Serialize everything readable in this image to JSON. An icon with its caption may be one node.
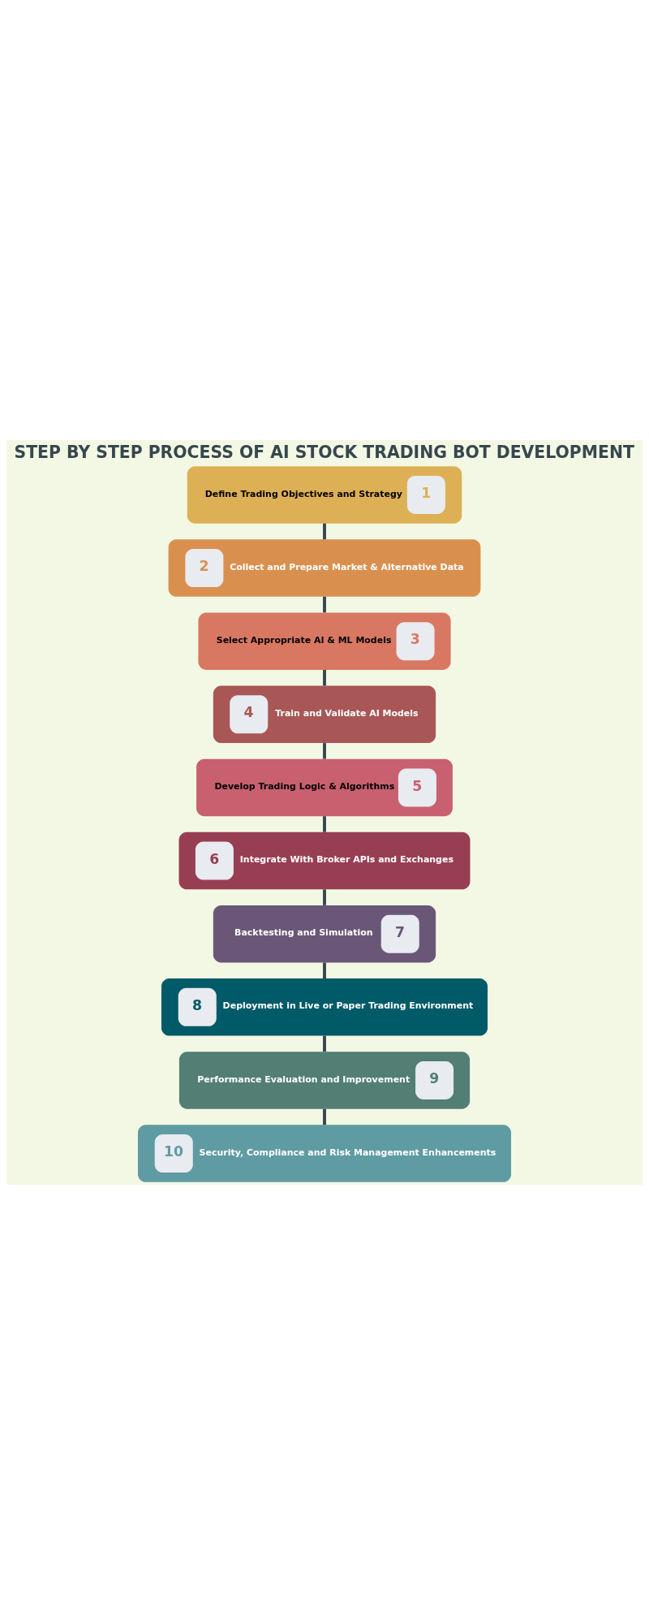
{
  "diagram": {
    "title": "STEP BY STEP PROCESS OF AI STOCK TRADING BOT DEVELOPMENT",
    "nodes": [
      {
        "text": [
          "Define Trading Objectives and Strategy",
          "1"
        ]
      },
      {
        "text": [
          "2",
          "Collect and Prepare Market & Alternative Data"
        ]
      },
      {
        "text": [
          "Select Appropriate AI & ML Models",
          "3"
        ]
      },
      {
        "text": [
          "4",
          "Train and Validate AI Models"
        ]
      },
      {
        "text": [
          "Develop Trading Logic & Algorithms",
          "5"
        ]
      },
      {
        "text": [
          "6",
          "Integrate With Broker APIs and Exchanges"
        ]
      },
      {
        "text": [
          "Backtesting and Simulation",
          "7"
        ]
      },
      {
        "text": [
          "8",
          "Deployment in Live or Paper Trading Environment"
        ]
      },
      {
        "text": [
          "Performance Evaluation and Improvement",
          "9"
        ]
      },
      {
        "text": [
          "10",
          "Security, Compliance and Risk Management Enhancements"
        ]
      }
    ],
    "edges": [
      {
        "from": 0,
        "to": 1,
        "arrow": "none"
      },
      {
        "from": 1,
        "to": 2,
        "arrow": "none"
      },
      {
        "from": 2,
        "to": 3,
        "arrow": "none"
      },
      {
        "from": 3,
        "to": 4,
        "arrow": "none"
      },
      {
        "from": 4,
        "to": 5,
        "arrow": "none"
      },
      {
        "from": 5,
        "to": 6,
        "arrow": "none"
      },
      {
        "from": 6,
        "to": 7,
        "arrow": "none"
      },
      {
        "from": 7,
        "to": 8,
        "arrow": "none"
      },
      {
        "from": 8,
        "to": 9,
        "arrow": "none"
      }
    ]
  }
}
